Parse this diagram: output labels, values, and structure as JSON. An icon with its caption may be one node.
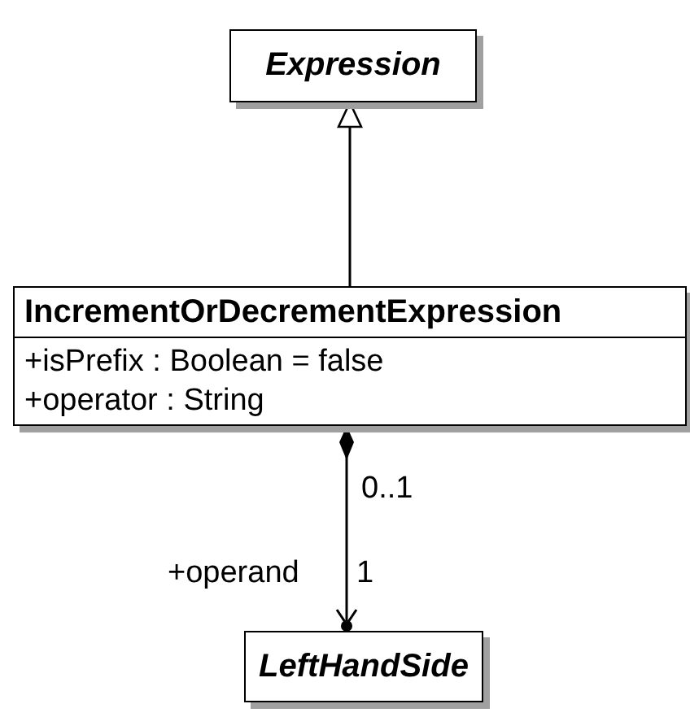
{
  "diagram": {
    "nodes": [
      {
        "text": [
          "Expression"
        ]
      },
      {
        "text": [
          "IncrementOrDecrementExpression",
          "+isPrefix : Boolean = false",
          "+operator : String"
        ]
      },
      {
        "text": [
          "LeftHandSide"
        ]
      }
    ],
    "edges": [
      {
        "from": 1,
        "to": 0,
        "arrow": "to"
      },
      {
        "from": 1,
        "to": 2,
        "arrow": "to",
        "label": "0..1"
      }
    ],
    "labels": [
      "+operand",
      "1"
    ]
  }
}
